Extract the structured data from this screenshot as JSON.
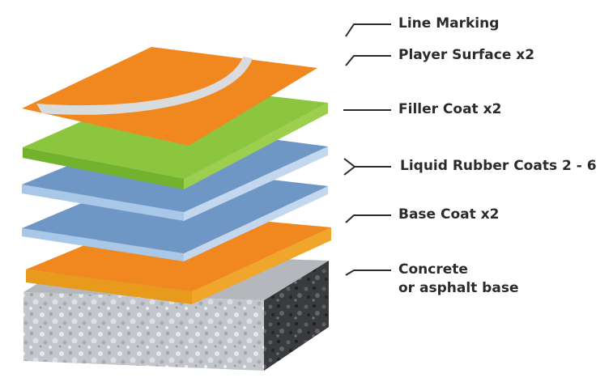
{
  "labels": {
    "line_marking": "Line Marking",
    "player_surface": "Player Surface x2",
    "filler_coat": "Filler Coat x2",
    "liquid_rubber": "Liquid Rubber Coats  2 - 6",
    "base_coat": "Base Coat x2",
    "concrete_line1": "Concrete",
    "concrete_line2": "or asphalt base"
  },
  "colors": {
    "orange": "#f0871f",
    "orange_edge": "#e99a1c",
    "green": "#8cc63f",
    "green_edge": "#72b22c",
    "blue": "#6e97c6",
    "blue_edge": "#a9c7e6",
    "concrete_light": "#c3c6cb",
    "concrete_dark": "#3a3b3e",
    "line_marking": "#d9dbdd",
    "text": "#2b2b2b"
  }
}
